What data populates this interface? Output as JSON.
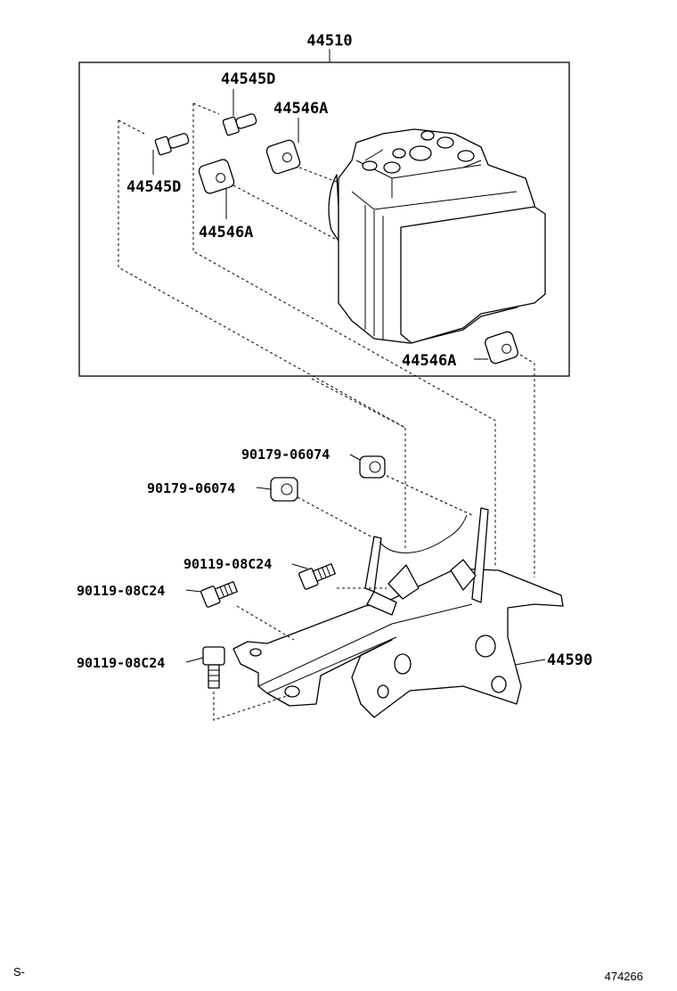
{
  "callouts": {
    "abs_actuator_assy": "44510",
    "actuator_bolt_left": "44545D",
    "actuator_bolt_top": "44545D",
    "cushion_top": "44546A",
    "cushion_left": "44546A",
    "cushion_right": "44546A",
    "nut_upper": "90179-06074",
    "nut_lower": "90179-06074",
    "bolt_a": "90119-08C24",
    "bolt_b": "90119-08C24",
    "bolt_c": "90119-08C24",
    "bracket": "44590"
  },
  "footer": {
    "left_code": "S-",
    "illustration_id": "474266"
  }
}
